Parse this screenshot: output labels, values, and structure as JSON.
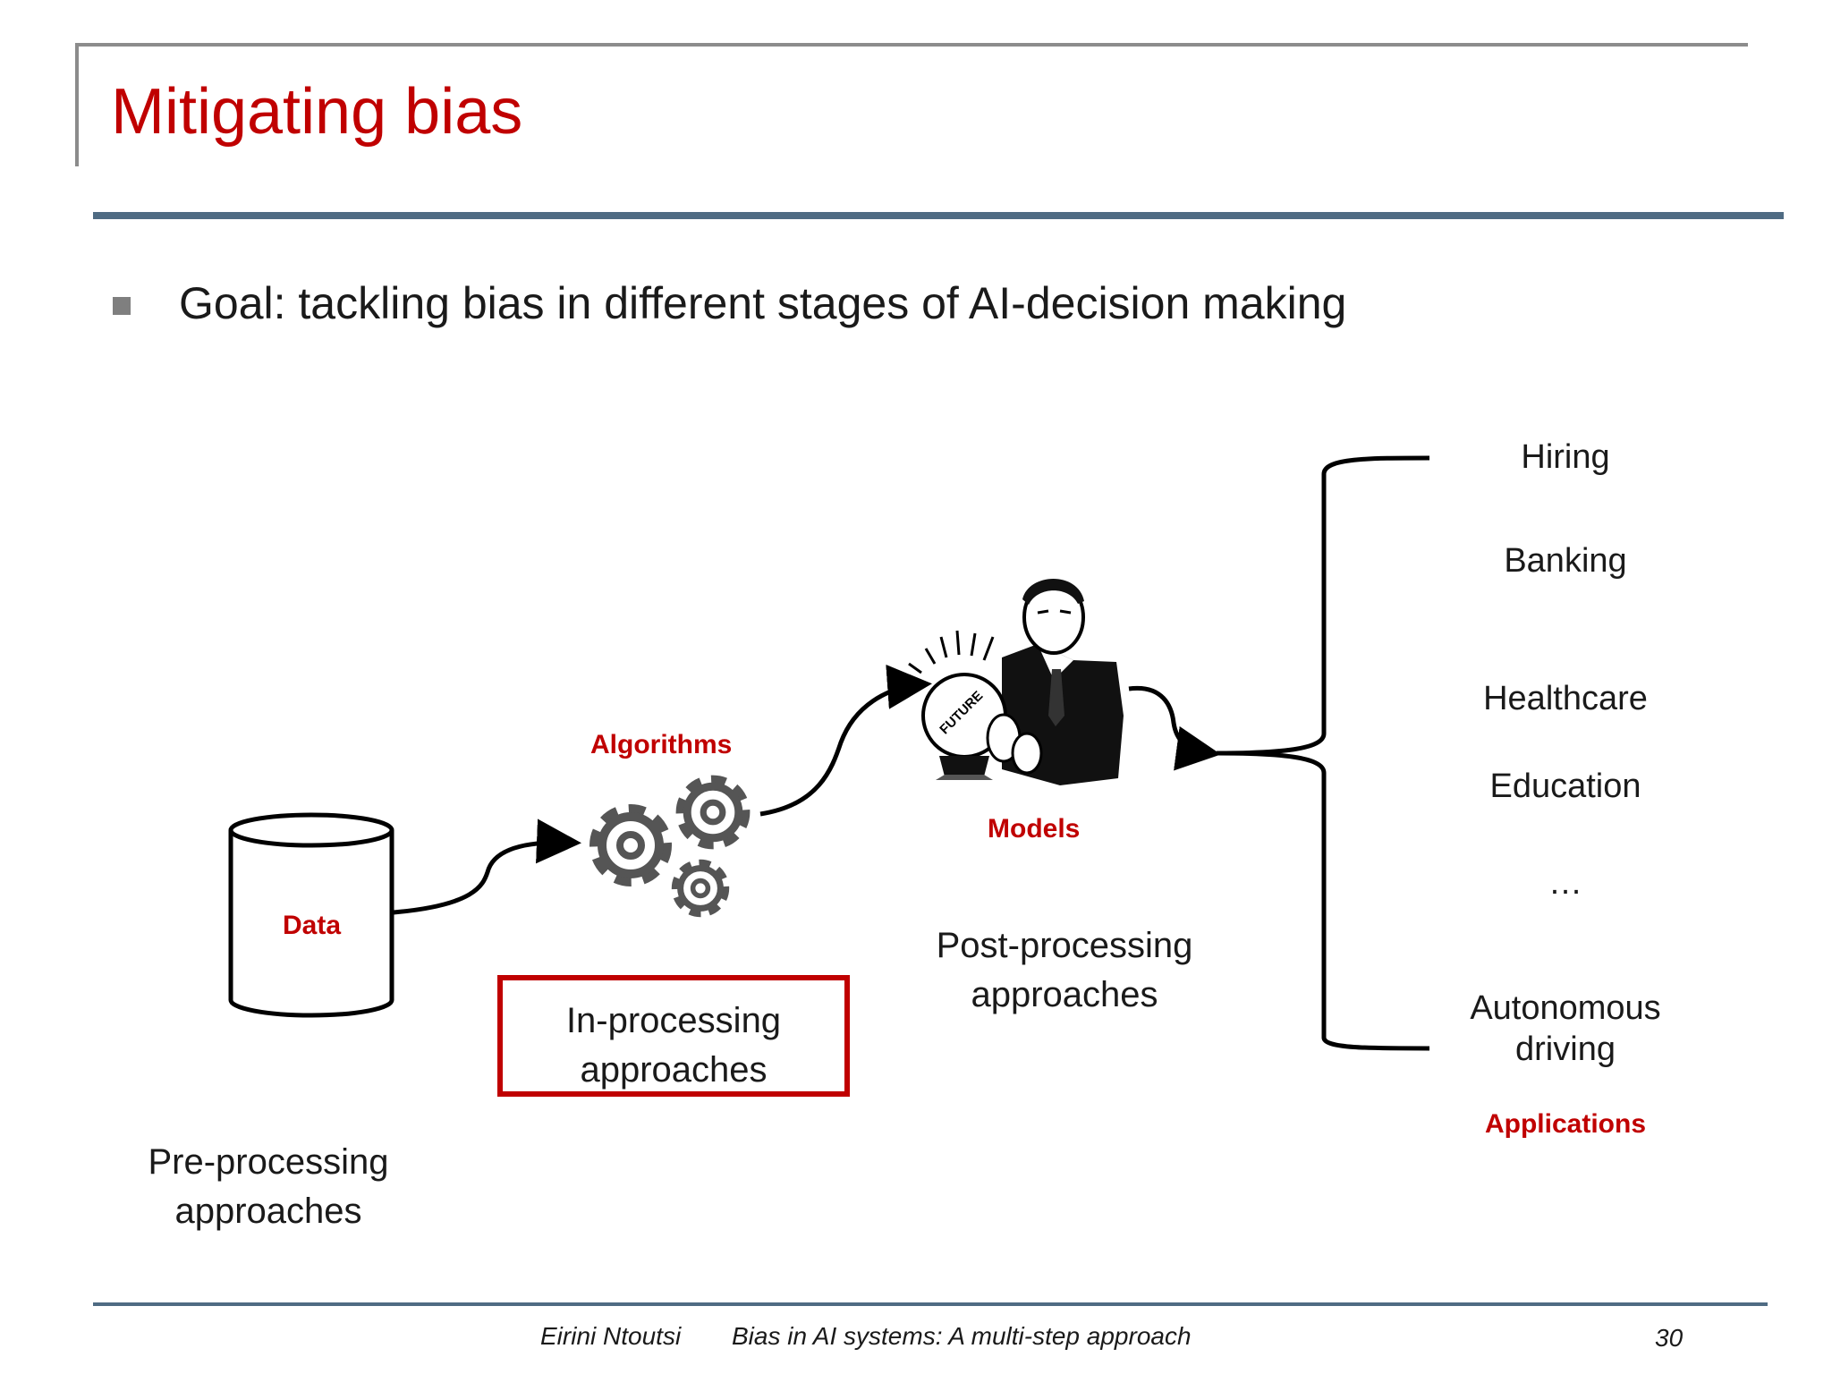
{
  "slide": {
    "title": "Mitigating bias",
    "bullet": "Goal: tackling bias in different stages of AI-decision making"
  },
  "diagram": {
    "data_label": "Data",
    "algorithms_label": "Algorithms",
    "models_label": "Models",
    "crystal_ball_text": "FUTURE",
    "pre_processing": [
      "Pre-processing",
      "approaches"
    ],
    "in_processing": [
      "In-processing",
      "approaches"
    ],
    "post_processing": [
      "Post-processing",
      "approaches"
    ],
    "applications_label": "Applications",
    "applications": [
      "Hiring",
      "Banking",
      "Healthcare",
      "Education",
      "…"
    ],
    "autonomous": [
      "Autonomous",
      "driving"
    ]
  },
  "footer": {
    "author": "Eirini Ntoutsi",
    "talk_title": "Bias in AI systems: A multi-step approach",
    "page_number": "30"
  },
  "colors": {
    "title_red": "#c00000",
    "rule_blue": "#4f6b83",
    "frame_gray": "#8c8c8c"
  }
}
